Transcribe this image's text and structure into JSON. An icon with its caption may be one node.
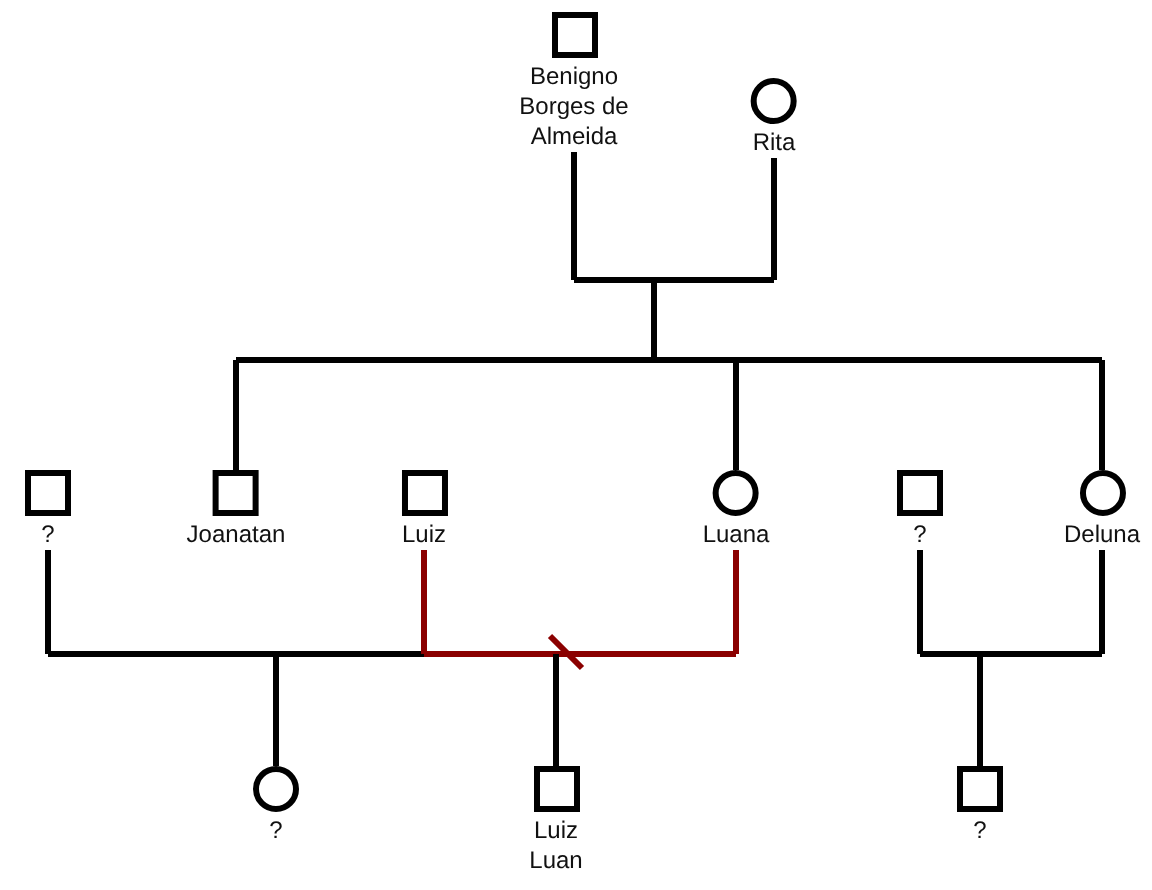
{
  "diagram": {
    "nodes": [
      {
        "text": [
          "Benigno Borges de Almeida"
        ]
      },
      {
        "text": [
          "Rita"
        ]
      },
      {
        "text": [
          "?"
        ]
      },
      {
        "text": [
          "Joanatan"
        ]
      },
      {
        "text": [
          "Luiz"
        ]
      },
      {
        "text": [
          "Luana"
        ]
      },
      {
        "text": [
          "?"
        ]
      },
      {
        "text": [
          "Deluna"
        ]
      },
      {
        "text": [
          "?"
        ]
      },
      {
        "text": [
          "Luiz Luan"
        ]
      },
      {
        "text": [
          "?"
        ]
      }
    ],
    "edges": [
      {
        "from": 0,
        "to": 1,
        "arrow": "none"
      },
      {
        "from": 0,
        "to": 3,
        "arrow": "none"
      },
      {
        "from": 0,
        "to": 5,
        "arrow": "none"
      },
      {
        "from": 0,
        "to": 7,
        "arrow": "none"
      },
      {
        "from": 1,
        "to": 3,
        "arrow": "none"
      },
      {
        "from": 1,
        "to": 5,
        "arrow": "none"
      },
      {
        "from": 1,
        "to": 7,
        "arrow": "none"
      },
      {
        "from": 2,
        "to": 4,
        "arrow": "none"
      },
      {
        "from": 2,
        "to": 8,
        "arrow": "none"
      },
      {
        "from": 4,
        "to": 8,
        "arrow": "none"
      },
      {
        "from": 4,
        "to": 5,
        "arrow": "none",
        "color": "#8b0000"
      },
      {
        "from": 4,
        "to": 9,
        "arrow": "none",
        "color": "#8b0000"
      },
      {
        "from": 5,
        "to": 9,
        "arrow": "none",
        "color": "#8b0000"
      },
      {
        "from": 6,
        "to": 7,
        "arrow": "none"
      },
      {
        "from": 6,
        "to": 10,
        "arrow": "none"
      },
      {
        "from": 7,
        "to": 10,
        "arrow": "none"
      }
    ]
  }
}
